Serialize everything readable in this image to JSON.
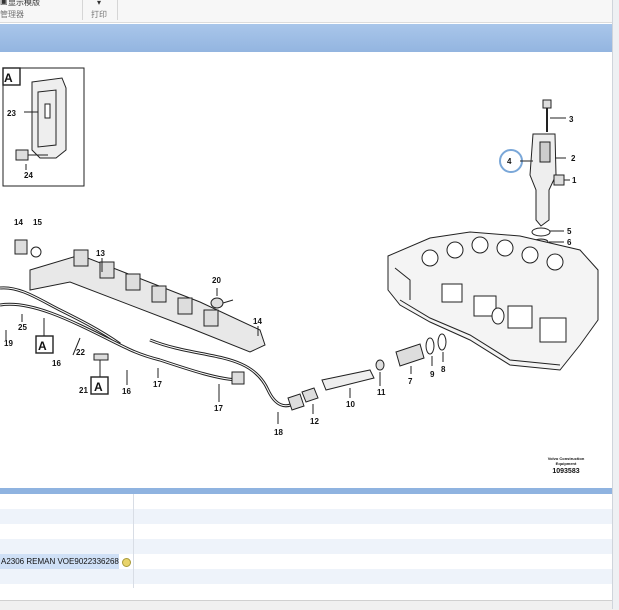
{
  "toolbar": {
    "item1_label": "显示模版",
    "item1_sub": "管理器",
    "item2_label": "打印",
    "dropdown_glyph": "▾"
  },
  "drawing": {
    "callouts": [
      "1",
      "2",
      "3",
      "4",
      "5",
      "6",
      "7",
      "8",
      "9",
      "10",
      "11",
      "12",
      "13",
      "14",
      "15",
      "16",
      "17",
      "18",
      "19",
      "20",
      "21",
      "22",
      "23",
      "24",
      "25"
    ],
    "detail_letter": "A",
    "stamp_line1": "Volvo Construction",
    "stamp_line2": "Equipment",
    "drawing_number": "1093583"
  },
  "table": {
    "rows": [
      {
        "c1": "",
        "c2": ""
      },
      {
        "c1": "",
        "c2": ""
      },
      {
        "c1": "",
        "c2": ""
      },
      {
        "c1": "",
        "c2": ""
      },
      {
        "c1": "A2306 REMAN VOE9022336268",
        "c2": ""
      },
      {
        "c1": "",
        "c2": ""
      }
    ],
    "selected_icon": "info-icon"
  },
  "colors": {
    "header_blue": "#9dbde6",
    "highlight_circle": "#7aa7d8"
  }
}
